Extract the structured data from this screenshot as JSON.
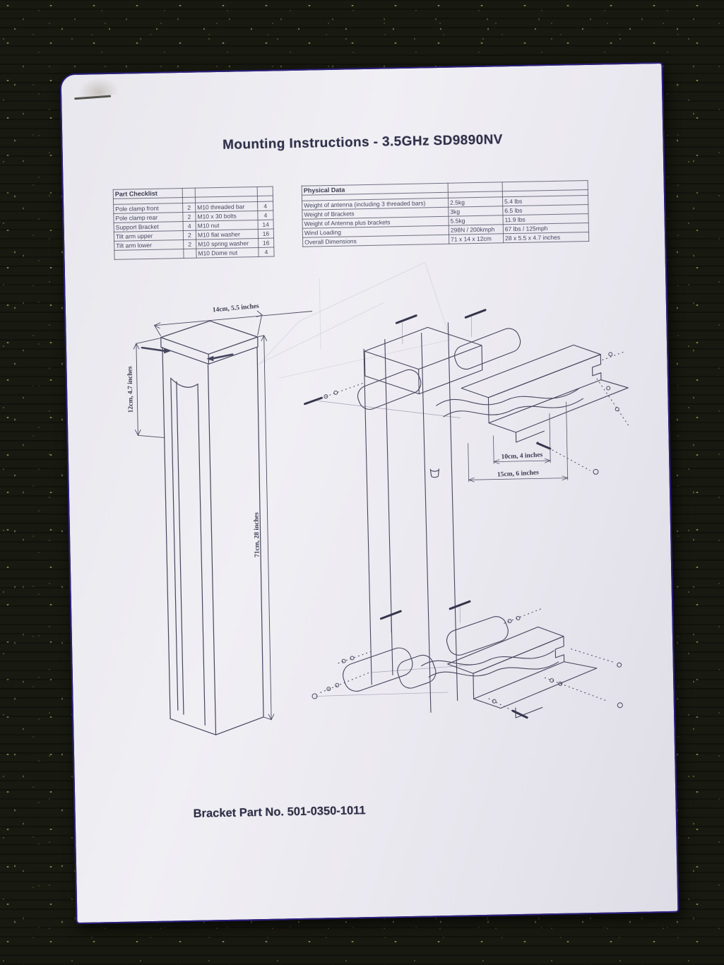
{
  "page": {
    "title": "Mounting Instructions - 3.5GHz SD9890NV",
    "footer": "Bracket Part No. 501-0350-1011"
  },
  "part_checklist": {
    "header": "Part Checklist",
    "rows": [
      [
        "Pole clamp front",
        "2",
        "M10 threaded bar",
        "4"
      ],
      [
        "Pole clamp rear",
        "2",
        "M10 x 30 bolts",
        "4"
      ],
      [
        "Support Bracket",
        "4",
        "M10 nut",
        "14"
      ],
      [
        "Tilt arm upper",
        "2",
        "M10 flat washer",
        "16"
      ],
      [
        "Tilt arm lower",
        "2",
        "M10 spring washer",
        "16"
      ],
      [
        "",
        "",
        "M10 Dome nut",
        "4"
      ]
    ]
  },
  "physical_data": {
    "header": "Physical Data",
    "rows": [
      [
        "Weight of antenna (including 3 threaded bars)",
        "2.5kg",
        "5.4 lbs"
      ],
      [
        "Weight of Brackets",
        "3kg",
        "6.5 lbs"
      ],
      [
        "Weight of Antenna plus brackets",
        "5.5kg",
        "11.9 lbs"
      ],
      [
        "Wind Loading",
        "298N / 200kmph",
        "67 lbs / 125mph"
      ],
      [
        "Overall Dimensions",
        "71 x 14 x 12cm",
        "28 x 5.5 x 4.7 inches"
      ]
    ]
  },
  "drawings": {
    "antenna": {
      "width_label": "14cm, 5.5 inches",
      "depth_label": "12cm, 4.7 inches",
      "height_label": "71cm, 28 inches"
    },
    "bracket": {
      "inner_label": "10cm, 4 inches",
      "outer_label": "15cm, 6 inches"
    }
  },
  "colors": {
    "paper": "#ebeaf0",
    "carpet": "#181910",
    "ink": "#46465e",
    "paper_edge": "#2b2080"
  }
}
